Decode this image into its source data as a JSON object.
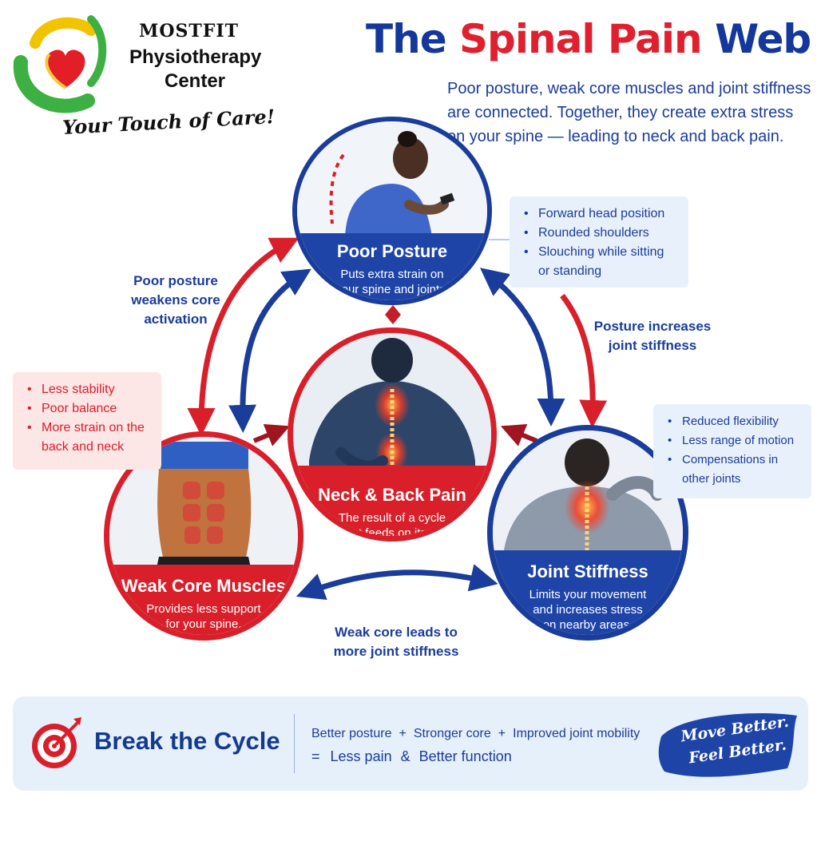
{
  "logo": {
    "line1": "MOSTFIT",
    "line2": "Physiotherapy",
    "line3": "Center",
    "tagline": "Your Touch of Care!"
  },
  "title": {
    "part1": "The",
    "part2": "Spinal Pain",
    "part3": "Web"
  },
  "subtitle": "Poor posture, weak core muscles and joint stiffness are connected. Together, they create extra stress on your spine — leading to neck and back pain.",
  "nodes": {
    "posture": {
      "title": "Poor Posture",
      "desc1": "Puts extra strain on",
      "desc2": "your spine and joints."
    },
    "pain": {
      "title": "Neck & Back Pain",
      "desc1": "The result of a cycle",
      "desc2": "that feeds on itself."
    },
    "core": {
      "title": "Weak Core Muscles",
      "desc1": "Provides less support",
      "desc2": "for your spine."
    },
    "stiffness": {
      "title": "Joint Stiffness",
      "desc1": "Limits your movement",
      "desc2": "and increases stress",
      "desc3": "on nearby areas."
    }
  },
  "info_posture": [
    "Forward head position",
    "Rounded shoulders",
    "Slouching while sitting or standing"
  ],
  "info_core": [
    "Less stability",
    "Poor balance",
    "More strain on the back and neck"
  ],
  "info_stiffness": [
    "Reduced flexibility",
    "Less range of motion",
    "Compensations in other joints"
  ],
  "edges": {
    "posture_core": "Poor posture weakens core activation",
    "posture_stiffness": "Posture increases joint stiffness",
    "core_stiffness": "Weak core leads to more joint stiffness"
  },
  "banner": {
    "title": "Break the Cycle",
    "item1": "Better posture",
    "item2": "Stronger core",
    "item3": "Improved joint mobility",
    "equals": "=",
    "result1": "Less pain",
    "amp": "&",
    "result2": "Better function",
    "plus": "+",
    "badge1": "Move Better.",
    "badge2": "Feel Better."
  },
  "colors": {
    "blue": "#1a3c9a",
    "red": "#e0202e",
    "navy": "#13379a"
  },
  "icons": {
    "target": "target-arrow-icon",
    "heart_hands": "heart-hands-logo"
  }
}
